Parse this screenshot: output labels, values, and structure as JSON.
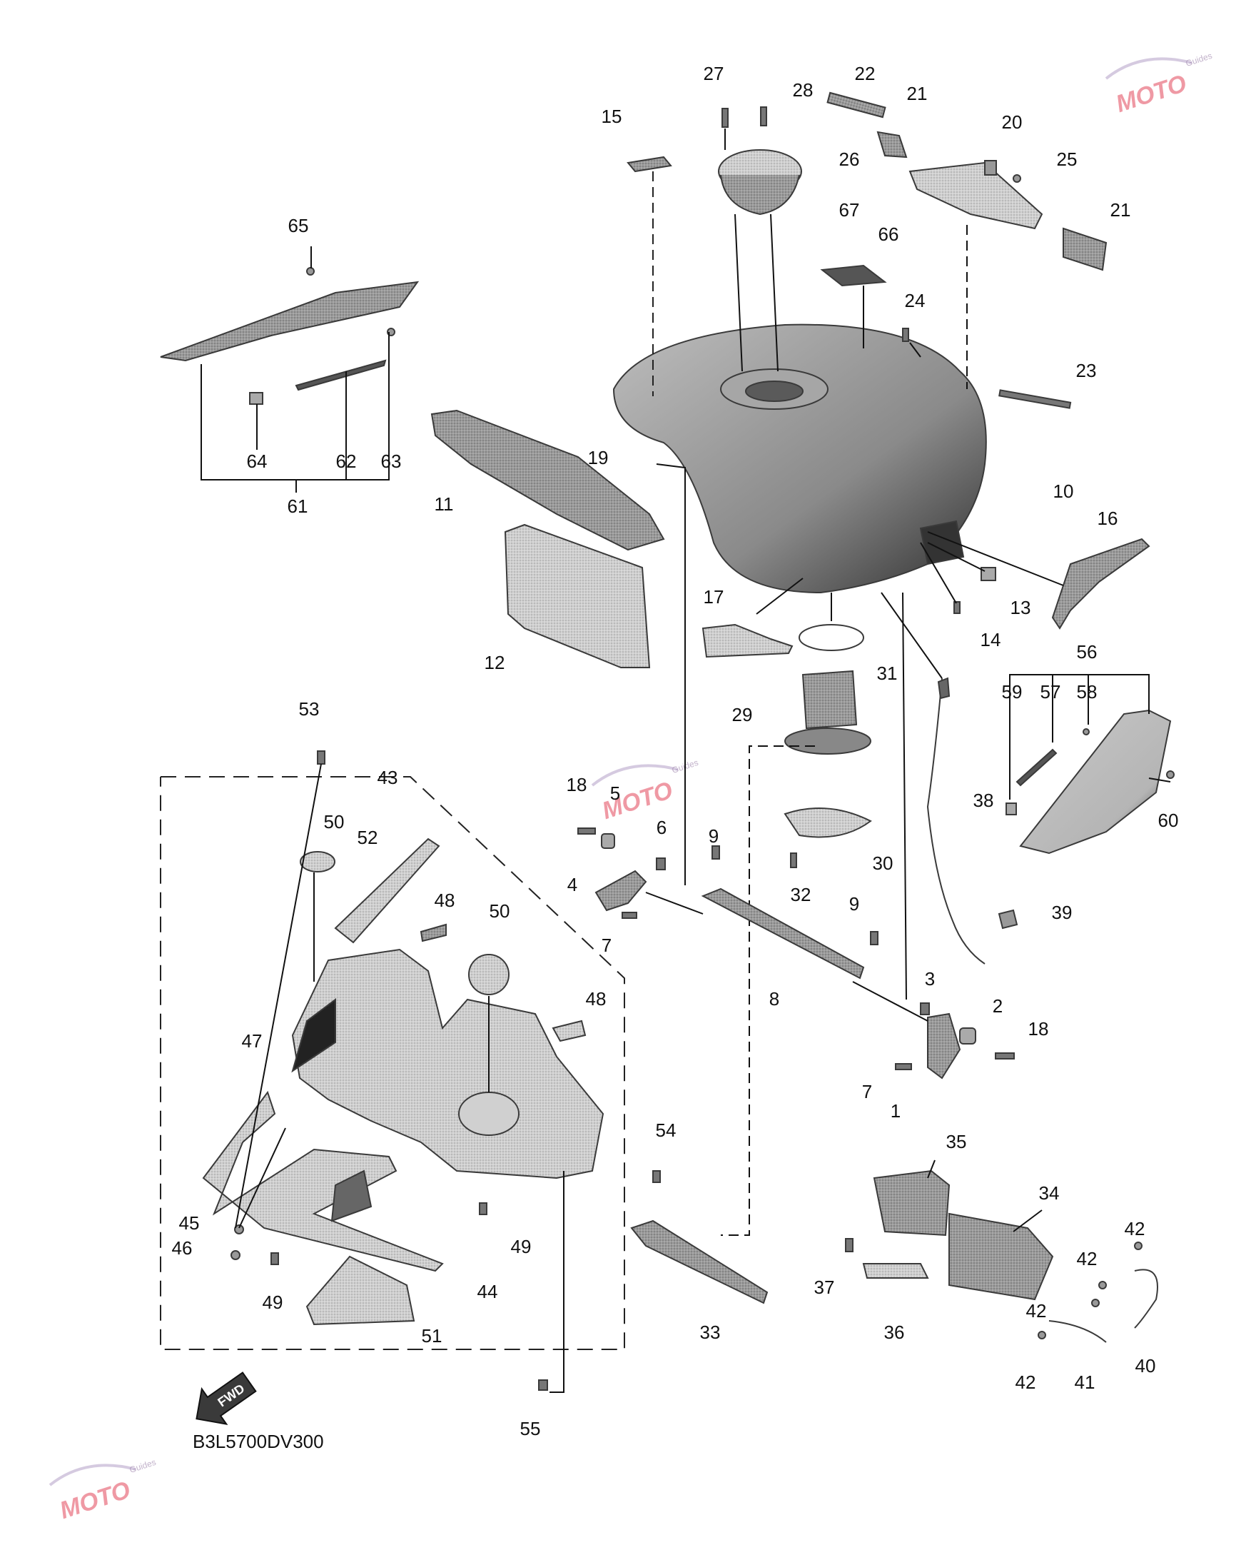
{
  "diagram": {
    "code": "B3L5700DV300",
    "fwd_label": "FWD",
    "watermark": {
      "brand": "MOTO",
      "sub": "Guides"
    },
    "callouts": [
      "1",
      "2",
      "3",
      "4",
      "5",
      "6",
      "7",
      "7",
      "8",
      "9",
      "9",
      "10",
      "11",
      "12",
      "13",
      "14",
      "15",
      "16",
      "17",
      "18",
      "18",
      "19",
      "20",
      "21",
      "21",
      "22",
      "23",
      "24",
      "25",
      "26",
      "27",
      "28",
      "29",
      "30",
      "31",
      "32",
      "33",
      "34",
      "35",
      "36",
      "37",
      "38",
      "39",
      "40",
      "41",
      "42",
      "42",
      "42",
      "42",
      "43",
      "44",
      "45",
      "46",
      "47",
      "48",
      "48",
      "49",
      "49",
      "50",
      "50",
      "51",
      "52",
      "53",
      "54",
      "55",
      "56",
      "57",
      "58",
      "59",
      "60",
      "61",
      "62",
      "63",
      "64",
      "65",
      "66",
      "67"
    ],
    "colors": {
      "part_fill": "#8c8c8c",
      "part_light": "#c8c8c8",
      "line": "#111111",
      "watermark": "#e2465a"
    }
  }
}
